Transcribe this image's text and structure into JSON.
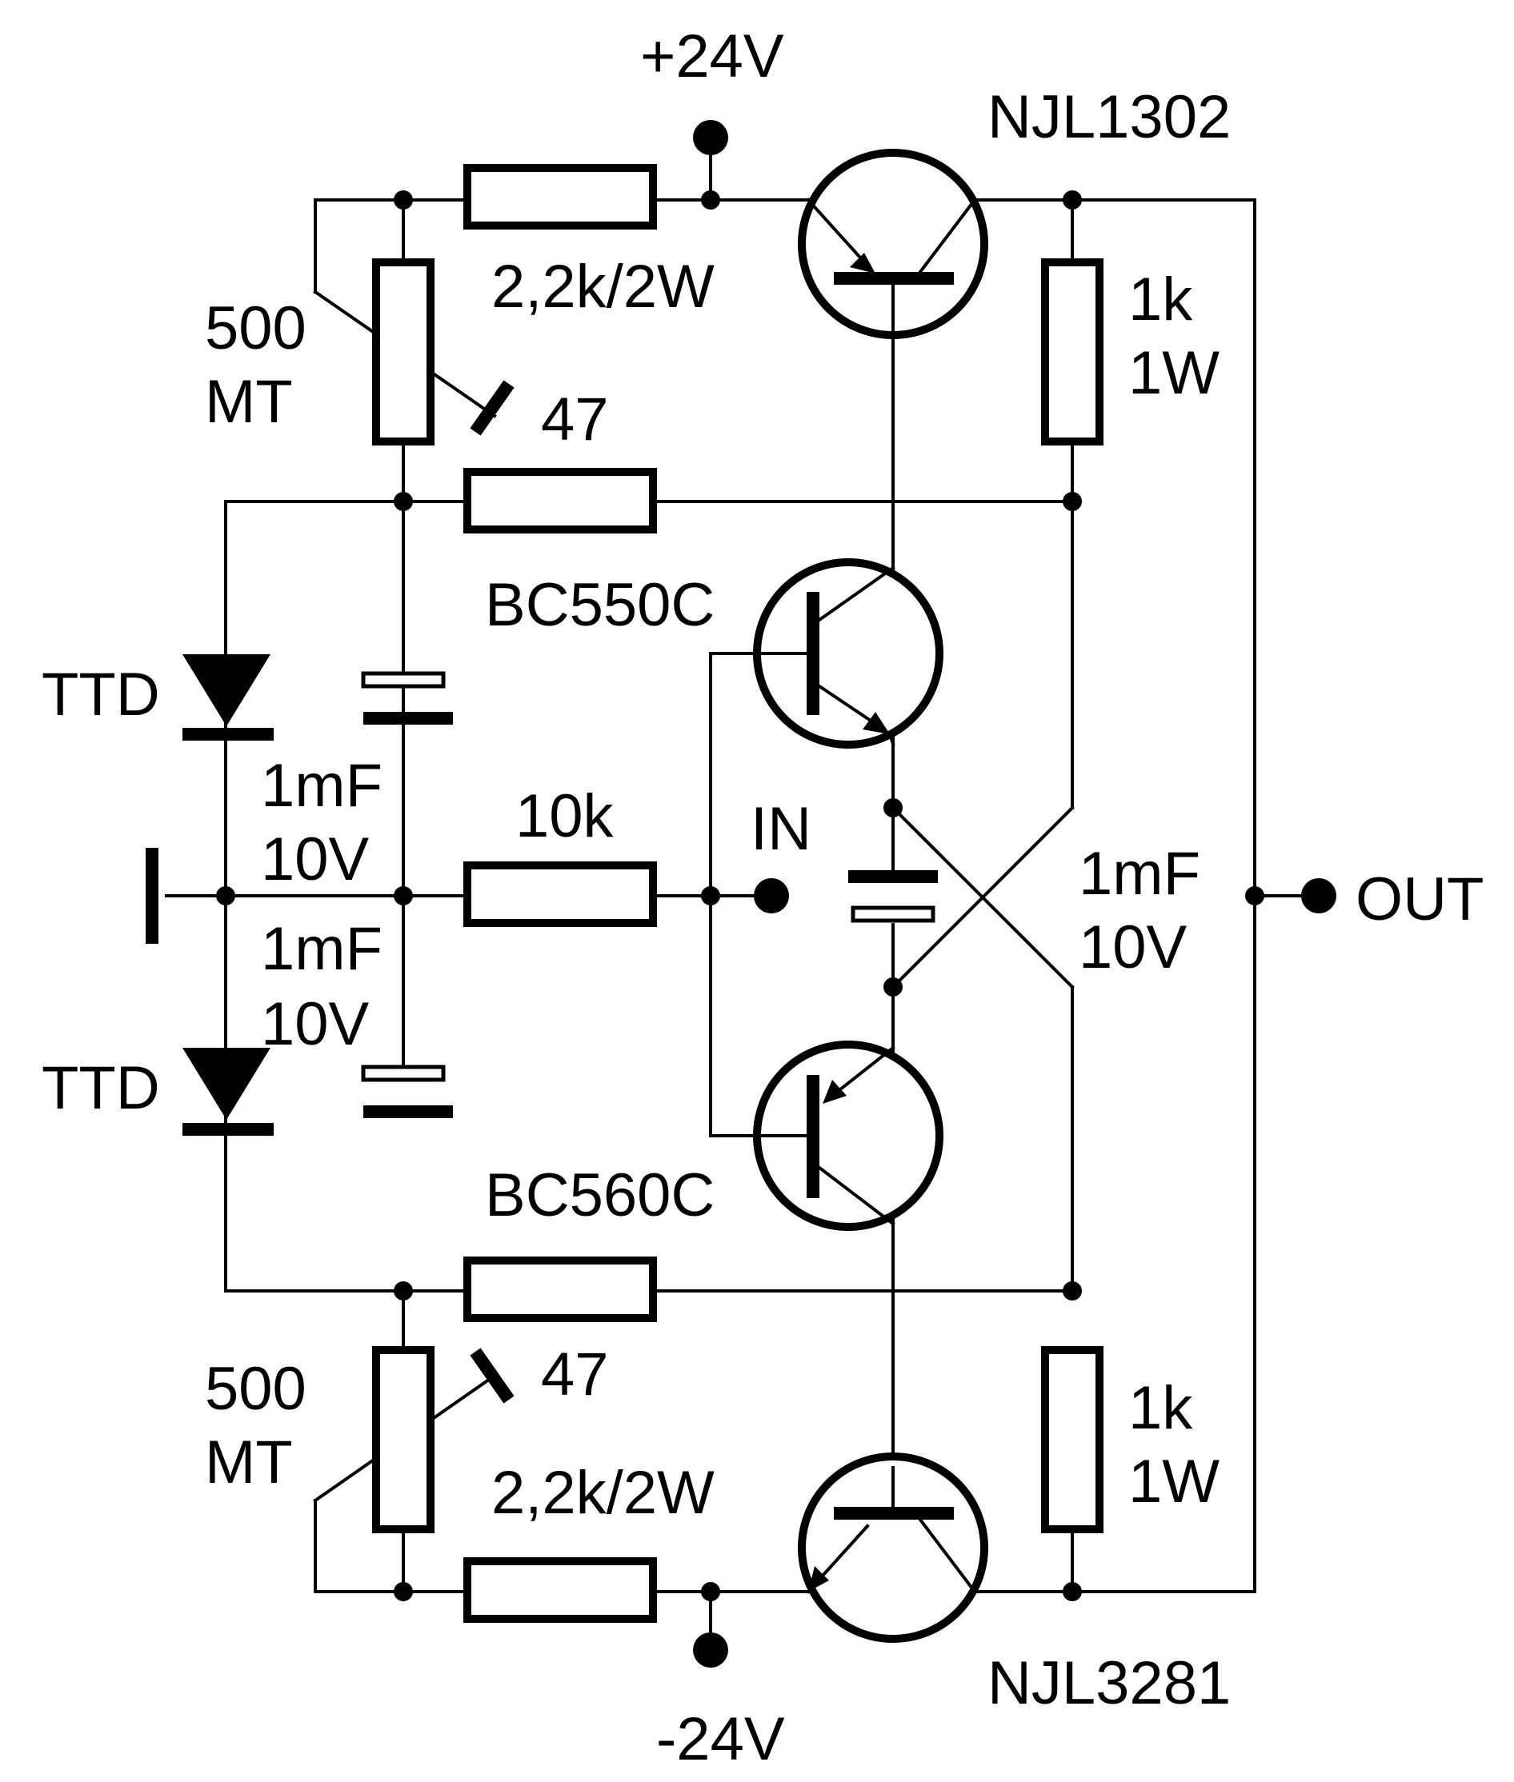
{
  "labels": {
    "vplus": "+24V",
    "vminus": "-24V",
    "q_top": "NJL1302",
    "q_bottom": "NJL3281",
    "q_driver_top": "BC550C",
    "q_driver_bottom": "BC560C",
    "r_top_power": "2,2k/2W",
    "r_bottom_power": "2,2k/2W",
    "trim_top_value": "500",
    "trim_top_type": "MT",
    "trim_bottom_value": "500",
    "trim_bottom_type": "MT",
    "r_top_47": "47",
    "r_bottom_47": "47",
    "r_top_right_value": "1k",
    "r_top_right_power": "1W",
    "r_bottom_right_value": "1k",
    "r_bottom_right_power": "1W",
    "diode_top": "TTD",
    "diode_bottom": "TTD",
    "c_top_value": "1mF",
    "c_top_voltage": "10V",
    "c_bottom_value": "1mF",
    "c_bottom_voltage": "10V",
    "r_input": "10k",
    "input": "IN",
    "c_right_value": "1mF",
    "c_right_voltage": "10V",
    "output": "OUT"
  }
}
